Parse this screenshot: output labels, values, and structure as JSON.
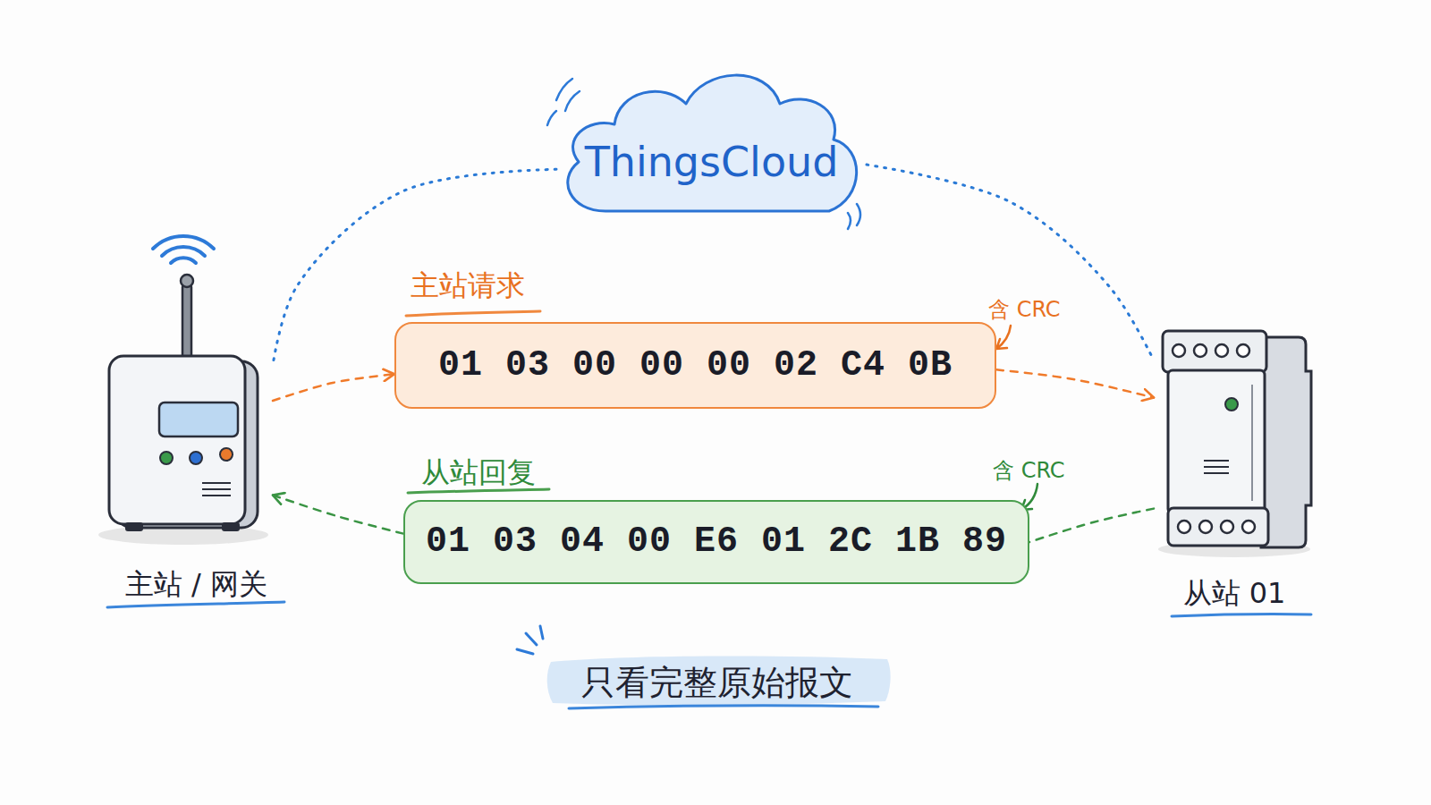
{
  "diagram": {
    "caption": "只看完整原始报文",
    "nodes": [
      {
        "text": [
          "ThingsCloud"
        ]
      },
      {
        "text": [
          "主站 / 网关"
        ]
      },
      {
        "text": [
          "主站请求",
          "01 03 00 00 00 02 C4 0B"
        ]
      },
      {
        "text": [
          "从站回复",
          "01 03 04 00 E6 01 2C 1B 89"
        ]
      },
      {
        "text": [
          "从站 01"
        ]
      }
    ],
    "edges": [
      {
        "from": 1,
        "to": 2,
        "arrow": "to"
      },
      {
        "from": 2,
        "to": 4,
        "arrow": "to"
      },
      {
        "from": 4,
        "to": 3,
        "arrow": "none"
      },
      {
        "from": 3,
        "to": 1,
        "arrow": "to"
      },
      {
        "from": 0,
        "to": 1,
        "arrow": "none"
      },
      {
        "from": 0,
        "to": 4,
        "arrow": "none"
      }
    ],
    "labels": [
      "含 CRC",
      "含 CRC"
    ]
  }
}
